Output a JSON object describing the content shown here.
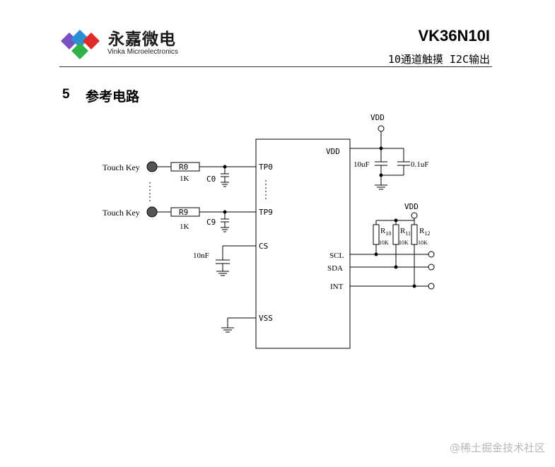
{
  "header": {
    "logo_cn": "永嘉微电",
    "logo_en": "Vinka Microelectronics",
    "model": "VK36N10I",
    "subtitle": "10通道触摸 I2C输出"
  },
  "section": {
    "number": "5",
    "title": "参考电路"
  },
  "schematic": {
    "touch_key_labels": [
      "Touch Key",
      "Touch Key"
    ],
    "resistors": [
      {
        "name": "R0",
        "value": "1K"
      },
      {
        "name": "R9",
        "value": "1K"
      }
    ],
    "capacitors": [
      "C0",
      "C9"
    ],
    "cs_cap": "10nF",
    "ic_pins_left": [
      "TP0",
      "TP9",
      "CS",
      "VSS"
    ],
    "ic_pins_right": [
      "VDD",
      "SCL",
      "SDA",
      "INT"
    ],
    "vdd_labels": [
      "VDD",
      "VDD"
    ],
    "decoupling": [
      "10uF",
      "0.1uF"
    ],
    "pullups": [
      {
        "name": "R",
        "sub": "10",
        "value": "10K"
      },
      {
        "name": "R",
        "sub": "11",
        "value": "10K"
      },
      {
        "name": "R",
        "sub": "12",
        "value": "10K"
      }
    ]
  },
  "watermark": "@稀土掘金技术社区",
  "colors": {
    "logo_purple": "#7a4fc2",
    "logo_blue": "#2b8fd8",
    "logo_green": "#2fb04a",
    "logo_red": "#e02a2a"
  }
}
